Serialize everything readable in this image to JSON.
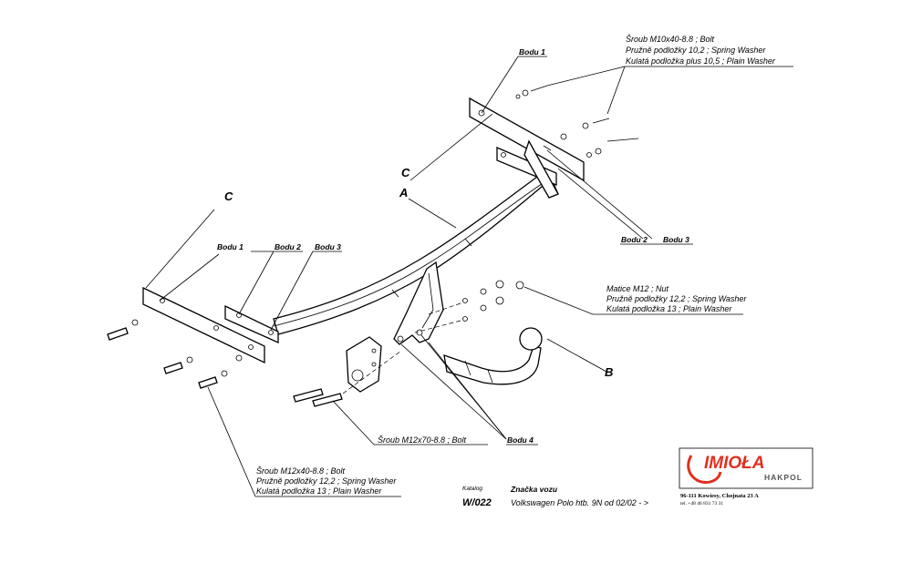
{
  "spec_top_right": {
    "line1": "Šroub M10x40-8.8 ;  Bolt",
    "line2": "Pružně podložky 10,2 ;  Spring Washer",
    "line3": "Kulatá podložka plus 10,5 ;  Plain Washer"
  },
  "spec_nut": {
    "line1": "Matice  M12 ;  Nut",
    "line2": "Pružně podložky  12,2 ;  Spring Washer",
    "line3": "Kulatá podložka  13 ;  Plain Washer"
  },
  "spec_bolt_m12x70": "Šroub M12x70-8.8 ;  Bolt",
  "spec_bottom_left": {
    "line1": "Šroub M12x40-8.8 ;  Bolt",
    "line2": "Pružně podložky  12,2 ;  Spring Washer",
    "line3": "Kulatá podložka  13 ;  Plain Washer"
  },
  "points": {
    "bodu1": "Bodu 1",
    "bodu2": "Bodu 2",
    "bodu3": "Bodu 3",
    "bodu4": "Bodu 4"
  },
  "parts": {
    "a": "A",
    "b": "B",
    "c": "C"
  },
  "footer": {
    "katalog_label": "Katalog",
    "katalog_number": "W/022",
    "znacka_label": "Značka vozu",
    "vehicle": "Volkswagen Polo htb. 9N   od  02/02 - >"
  },
  "brand": {
    "name": "IMIOŁA",
    "sub": "HAKPOL",
    "address": "96-111 Kowiesy, Chojnata 23 A",
    "tel": "tel. +48 46 831 73 31",
    "accent_color": "#e0301e"
  }
}
